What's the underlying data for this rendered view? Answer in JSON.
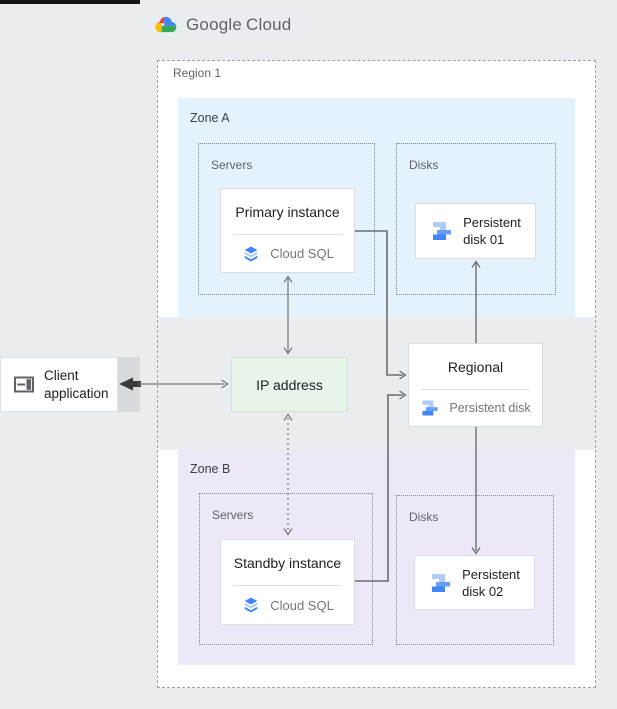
{
  "logo": {
    "part1": "Google",
    "part2": "Cloud"
  },
  "region": {
    "label": "Region 1"
  },
  "zones": {
    "a": {
      "label": "Zone A",
      "servers": "Servers",
      "disks": "Disks"
    },
    "b": {
      "label": "Zone B",
      "servers": "Servers",
      "disks": "Disks"
    }
  },
  "nodes": {
    "primary": {
      "title": "Primary instance",
      "product": "Cloud SQL"
    },
    "standby": {
      "title": "Standby instance",
      "product": "Cloud SQL"
    },
    "regional": {
      "title": "Regional",
      "product": "Persistent disk"
    },
    "disk01": {
      "line1": "Persistent",
      "line2": "disk 01"
    },
    "disk02": {
      "line1": "Persistent",
      "line2": "disk 02"
    },
    "ip": {
      "label": "IP address"
    },
    "client": {
      "line1": "Client",
      "line2": "application"
    }
  },
  "colors": {
    "page_bg": "#e9edf0",
    "zone_a_bg": "#e3f2fd",
    "zone_b_bg": "#ede7f7",
    "ip_bg": "#e6f4ea",
    "accent_blue": "#4285f4",
    "accent_light_blue": "#aecbfa",
    "arrow_gray": "#757575",
    "label_gray": "#5f6368"
  }
}
